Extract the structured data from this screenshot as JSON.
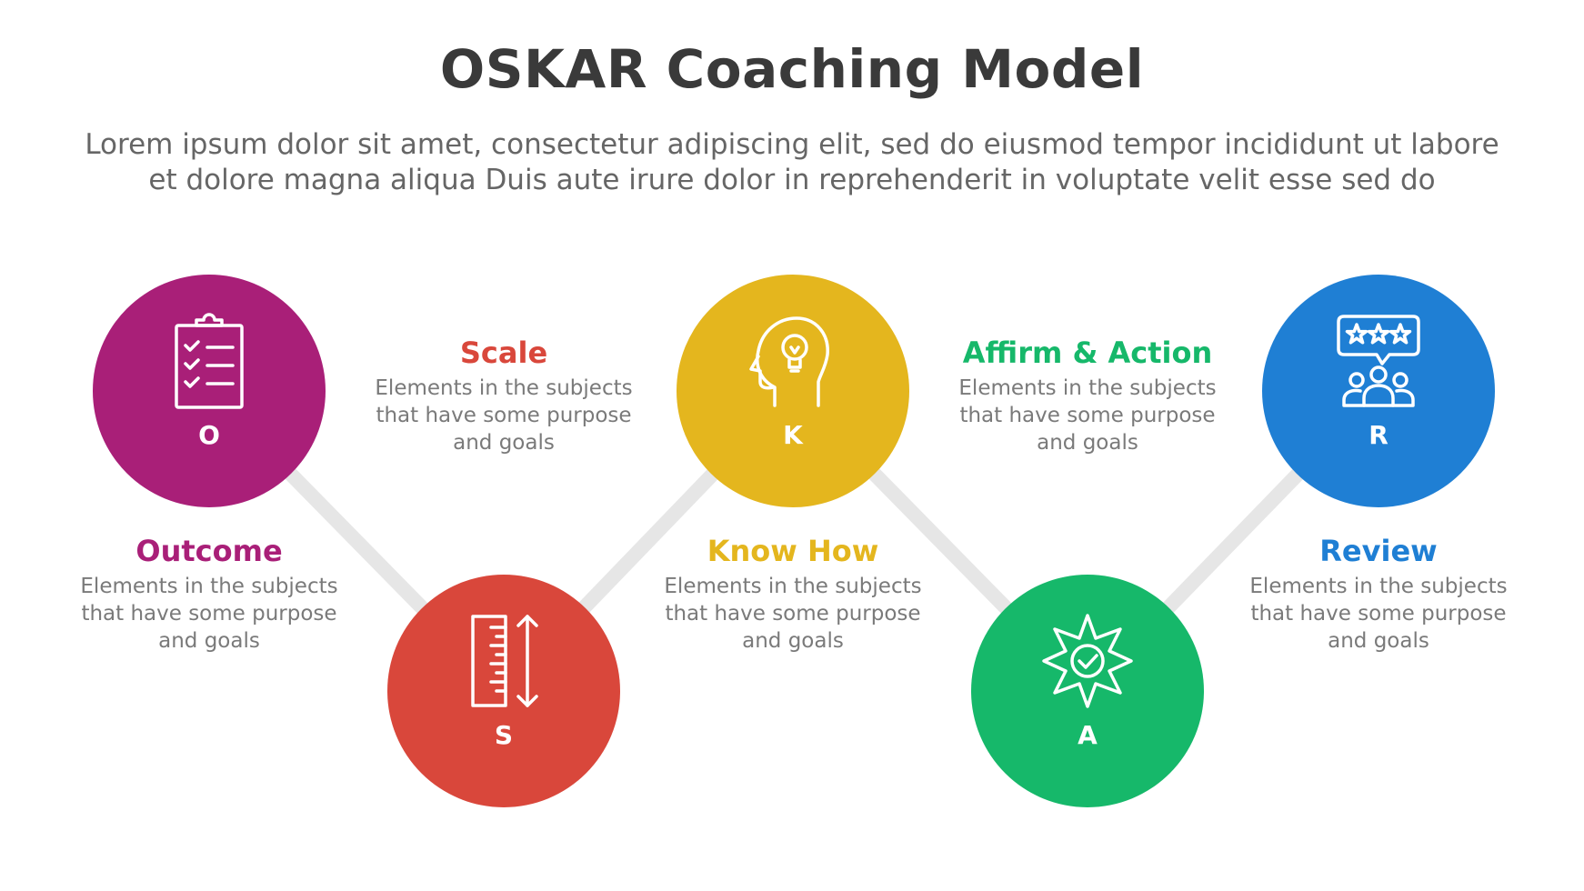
{
  "title": "OSKAR Coaching Model",
  "subtitle": {
    "line1": "Lorem ipsum dolor sit amet, consectetur adipiscing elit, sed do eiusmod tempor incididunt ut labore",
    "line2": "et dolore magna aliqua Duis aute irure dolor in reprehenderit in voluptate velit esse sed do"
  },
  "connector_color": "#e6e6e6",
  "steps": [
    {
      "letter": "O",
      "label": "Outcome",
      "color": "#a91f78",
      "icon": "clipboard-checklist-icon",
      "desc": [
        "Elements in the subjects",
        "that have  some purpose",
        "and goals"
      ]
    },
    {
      "letter": "S",
      "label": "Scale",
      "color": "#d9473b",
      "icon": "ruler-arrows-icon",
      "desc": [
        "Elements in the subjects",
        "that have  some purpose",
        "and goals"
      ]
    },
    {
      "letter": "K",
      "label": "Know How",
      "color": "#e4b61e",
      "icon": "head-lightbulb-icon",
      "desc": [
        "Elements in the subjects",
        "that have  some purpose",
        "and goals"
      ]
    },
    {
      "letter": "A",
      "label": "Affirm & Action",
      "color": "#16b86a",
      "icon": "badge-check-icon",
      "desc": [
        "Elements in the subjects",
        "that have  some purpose",
        "and goals"
      ]
    },
    {
      "letter": "R",
      "label": "Review",
      "color": "#1f7fd4",
      "icon": "rating-group-icon",
      "desc": [
        "Elements in the subjects",
        "that have  some purpose",
        "and goals"
      ]
    }
  ]
}
